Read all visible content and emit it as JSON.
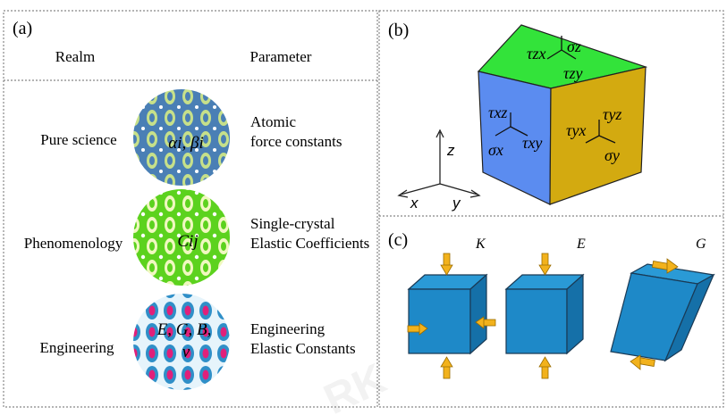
{
  "panel_a": {
    "tag": "(a)",
    "header_realm": "Realm",
    "header_parameter": "Parameter",
    "rows": [
      {
        "realm": "Pure science",
        "symbol": "αi, βi",
        "param_line1": "Atomic",
        "param_line2": "force constants",
        "pattern_bg": "#4a7fb5",
        "pattern_fg": "#c6e08a"
      },
      {
        "realm": "Phenomenology",
        "symbol": "Cij",
        "param_line1": "Single-crystal",
        "param_line2": "Elastic Coefficients",
        "pattern_bg": "#5cd21e",
        "pattern_fg": "#f0f8c0"
      },
      {
        "realm": "Engineering",
        "symbol": "E, G, B,",
        "symbol2": "ν",
        "param_line1": "Engineering",
        "param_line2": "Elastic Constants",
        "pattern_bg": "#2f8fc8",
        "pattern_fg": "#e0207a"
      }
    ]
  },
  "panel_b": {
    "tag": "(b)",
    "axis_x": "x",
    "axis_y": "y",
    "axis_z": "z",
    "colors": {
      "top": "#33e33a",
      "left": "#5b8cf0",
      "right": "#d3aa10"
    },
    "top_labels": [
      "τzx",
      "σz",
      "τzy"
    ],
    "left_labels": [
      "τxz",
      "σx",
      "τxy"
    ],
    "right_labels": [
      "τyz",
      "τyx",
      "σy"
    ]
  },
  "panel_c": {
    "tag": "(c)",
    "labels": [
      "K",
      "E",
      "G"
    ],
    "cube_color": "#1e89c8",
    "arrow_color": "#f2b21c"
  },
  "watermark": "RK"
}
